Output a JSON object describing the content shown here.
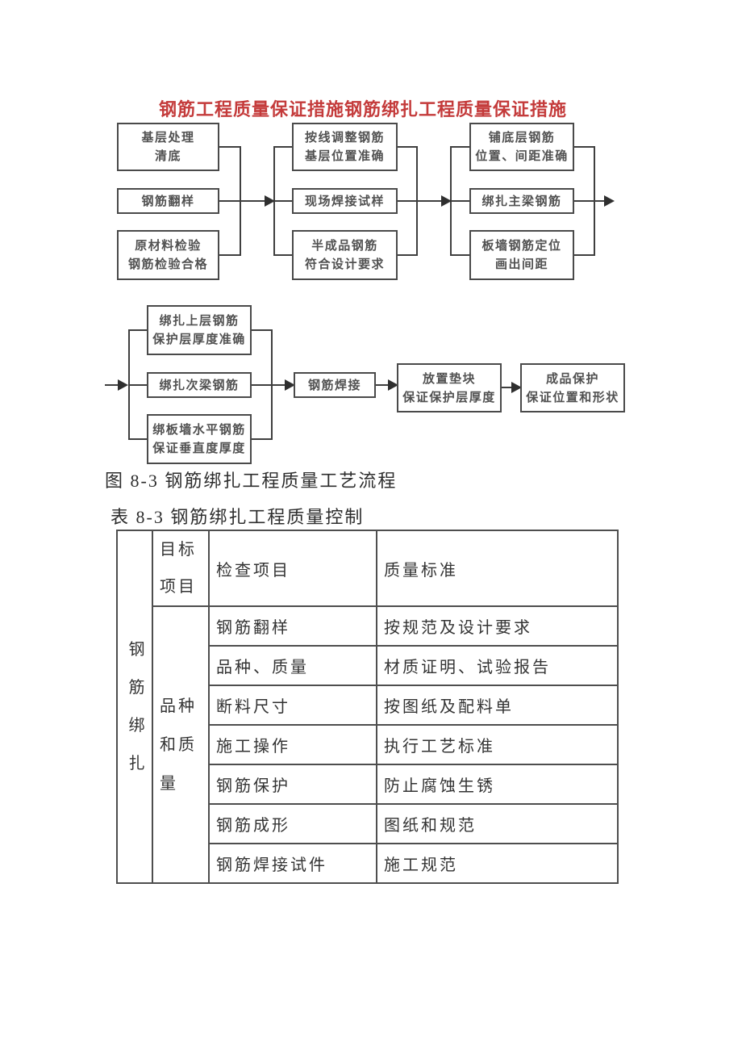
{
  "doc": {
    "title": "钢筋工程质量保证措施钢筋绑扎工程质量保证措施",
    "figure_caption": "图 8-3 钢筋绑扎工程质量工艺流程",
    "table_caption": "表 8-3 钢筋绑扎工程质量控制"
  },
  "flowchart": {
    "stage1": [
      "基层处理\n清底",
      "钢筋翻样",
      "原材料检验\n钢筋检验合格"
    ],
    "stage2": [
      "按线调整钢筋\n基层位置准确",
      "现场焊接试样",
      "半成品钢筋\n符合设计要求"
    ],
    "stage3": [
      "铺底层钢筋\n位置、间距准确",
      "绑扎主梁钢筋",
      "板墙钢筋定位\n画出间距"
    ],
    "stage4": [
      "绑扎上层钢筋\n保护层厚度准确",
      "绑扎次梁钢筋",
      "绑板墙水平钢筋\n保证垂直度厚度"
    ],
    "stage5": "钢筋焊接",
    "stage6": "放置垫块\n保证保护层厚度",
    "stage7": "成品保护\n保证位置和形状"
  },
  "table": {
    "row_label": "钢\n筋\n绑\n扎",
    "header": {
      "target": "目标\n项目",
      "item": "检查项目",
      "standard": "质量标准"
    },
    "category": "品种\n和质\n量",
    "rows": [
      {
        "item": "钢筋翻样",
        "standard": "按规范及设计要求"
      },
      {
        "item": "品种、质量",
        "standard": "材质证明、试验报告"
      },
      {
        "item": "断料尺寸",
        "standard": "按图纸及配料单"
      },
      {
        "item": "施工操作",
        "standard": "执行工艺标准"
      },
      {
        "item": "钢筋保护",
        "standard": "防止腐蚀生锈"
      },
      {
        "item": "钢筋成形",
        "standard": "图纸和规范"
      },
      {
        "item": "钢筋焊接试件",
        "standard": "施工规范"
      }
    ]
  },
  "colors": {
    "title_red": "#c43b3b",
    "flow_line": "#3f3f3f",
    "box_border": "#4a4a4a",
    "table_border": "#4e4e4e",
    "text": "#333333"
  }
}
